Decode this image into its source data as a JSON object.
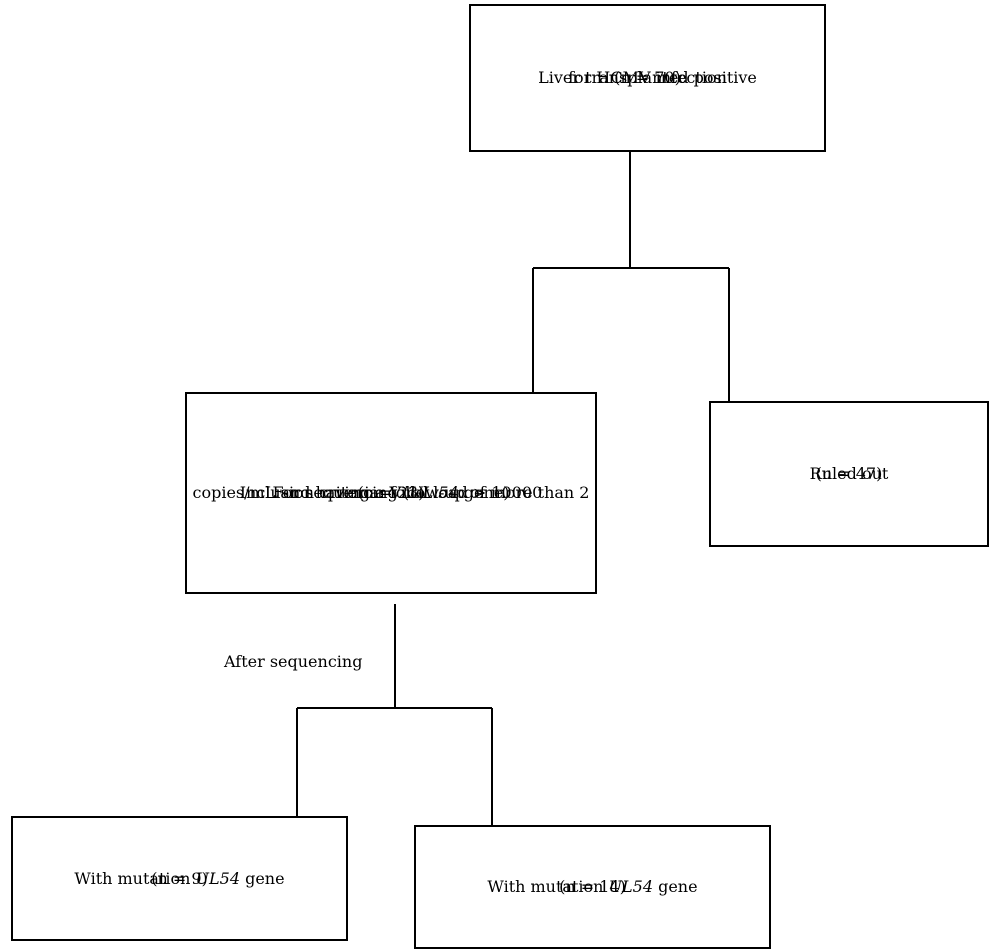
{
  "nodes": {
    "root": {
      "line1": "Liver transplanted positive",
      "line2": "for HCMV infection",
      "line3": "(n = 70)"
    },
    "sequencing": {
      "line1_pre": "For sequencing (",
      "line1_gene": "UL 54",
      "line1_post": " gene)",
      "line2": "(n = 23)",
      "line3": "Inclusion criteria: Viral load > 10000",
      "line4": "copies/mL and having a follow-up of more than 2"
    },
    "ruled_out": {
      "line1": "Ruled out",
      "line2": "(n = 47)"
    },
    "mutation_left": {
      "line1_pre": "With mutation ",
      "line1_gene": "UL54",
      "line1_post": " gene",
      "line2": "(n = 9)"
    },
    "mutation_right": {
      "line1_pre": "With mutation ",
      "line1_gene": "UL54",
      "line1_post": " gene",
      "line2": "(n = 14)"
    }
  },
  "edge_label": "After sequencing",
  "colors": {
    "stroke": "#000000",
    "background": "#ffffff"
  }
}
